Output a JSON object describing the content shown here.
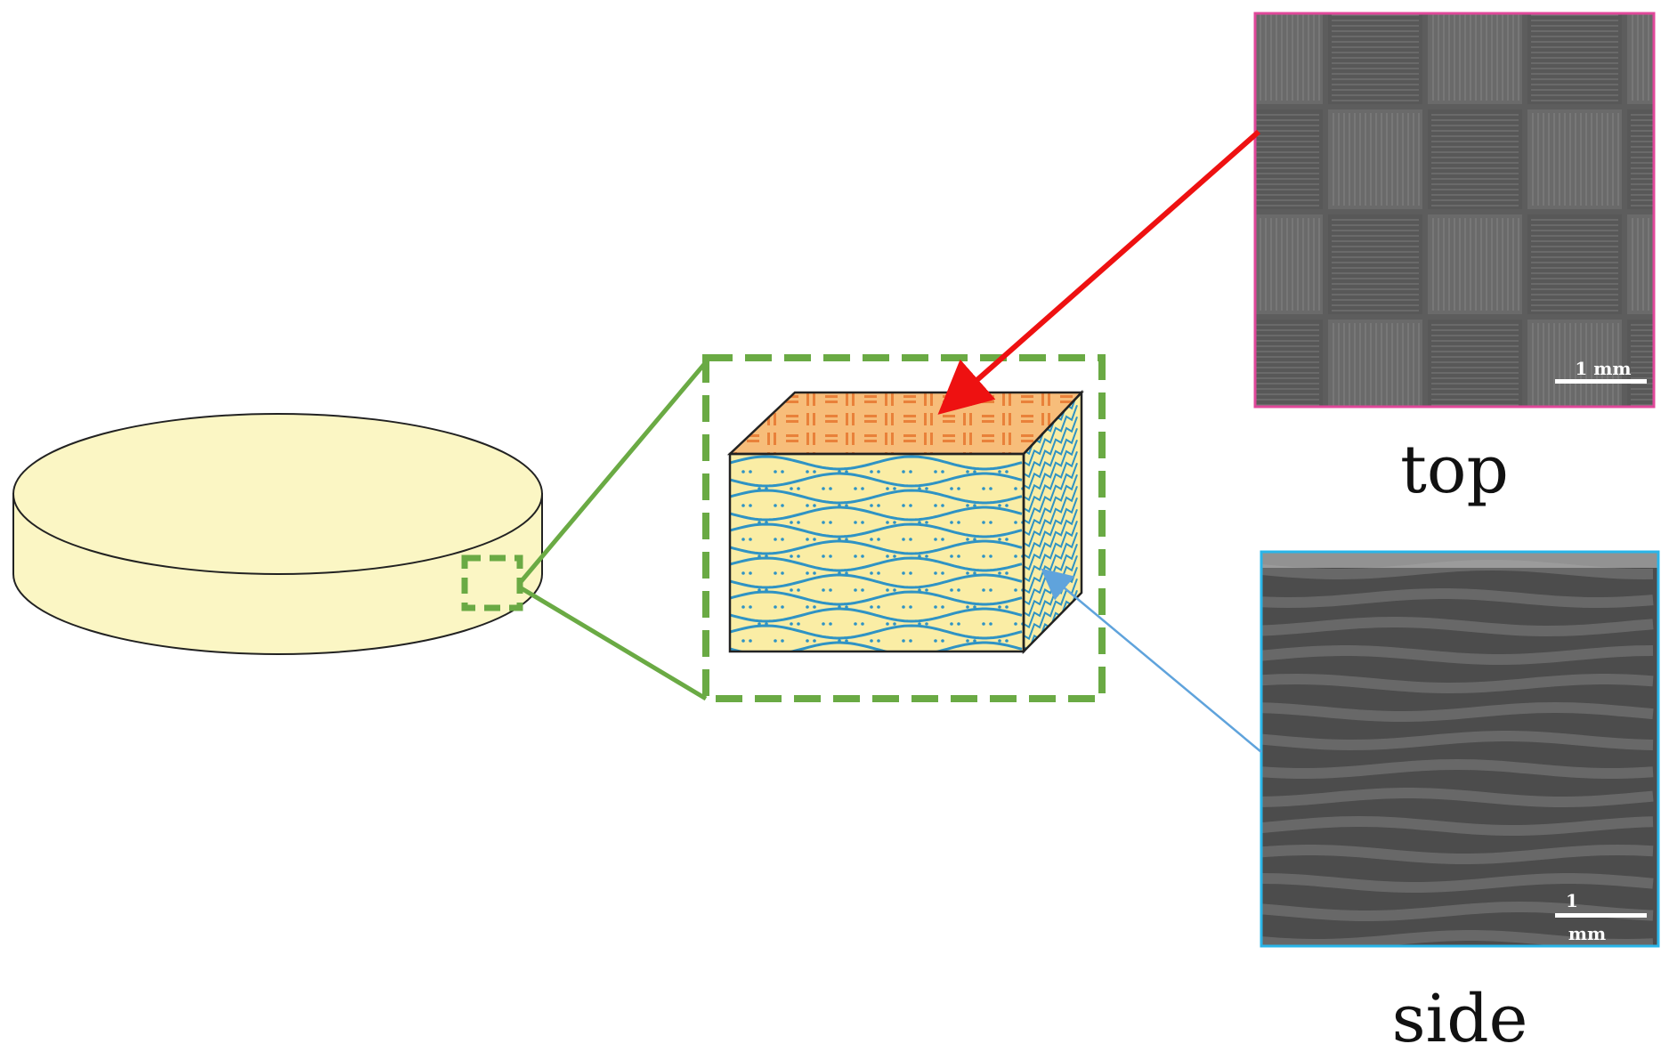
{
  "panels": {
    "top": {
      "caption": "top",
      "scale_bar": "1 mm",
      "border_color": "#e0489a",
      "arrow_color": "#ee1111"
    },
    "side": {
      "caption": "side",
      "scale_bar_line1": "1",
      "scale_bar_line2": "mm",
      "border_color": "#2ab5e8",
      "arrow_color": "#5fa3dc"
    }
  },
  "colors": {
    "disk_fill": "#fbf6c4",
    "zoom_box": "#6aaa44",
    "cube_top": "#f7bd7a",
    "cube_front": "#faeda5",
    "wave": "#2f93c4"
  }
}
